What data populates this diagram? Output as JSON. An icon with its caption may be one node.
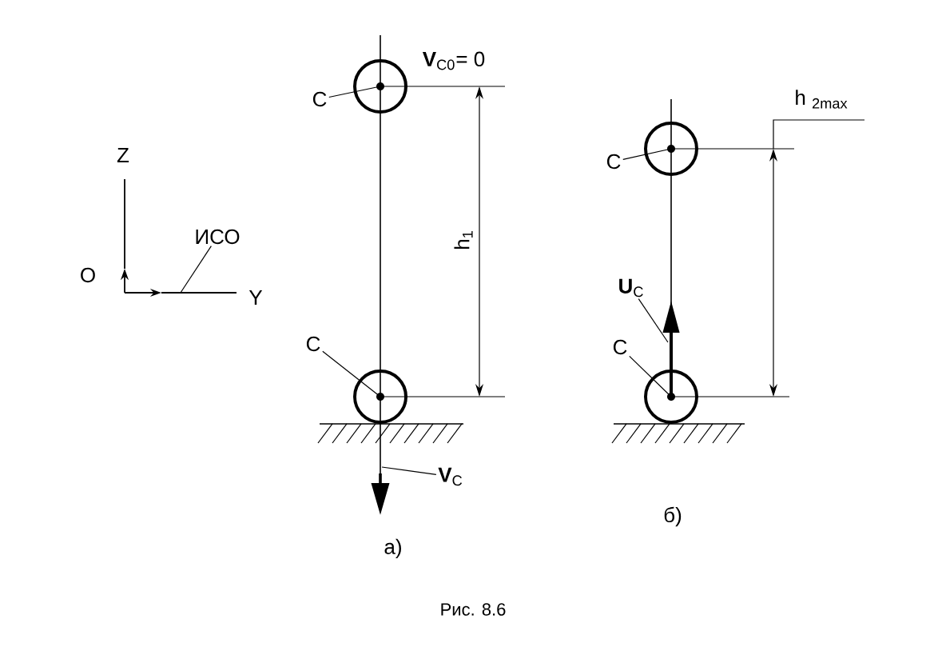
{
  "diagram": {
    "caption": "Рис. 8.6",
    "nodes": [
      {
        "text": [
          "C"
        ]
      },
      {
        "text": [],
        "shape": "circle"
      },
      {
        "text": [
          "C"
        ]
      },
      {
        "text": [],
        "shape": "circle"
      },
      {
        "text": [
          "**V**$_{C}$"
        ]
      },
      {
        "text": [
          "C"
        ]
      },
      {
        "text": [],
        "shape": "circle"
      },
      {
        "text": [
          "**U**$_{C}$"
        ]
      },
      {
        "text": [
          "C"
        ]
      },
      {
        "text": [],
        "shape": "circle"
      },
      {
        "text": [
          "ИСО"
        ]
      }
    ],
    "edges": [
      {
        "from": 0,
        "to": 1,
        "arrow": "none"
      },
      {
        "from": 2,
        "to": 3,
        "arrow": "none"
      },
      {
        "from": 4,
        "to": null,
        "arrow": "none"
      },
      {
        "from": 5,
        "to": 6,
        "arrow": "none"
      },
      {
        "from": 7,
        "to": null,
        "arrow": "none"
      },
      {
        "from": 8,
        "to": 9,
        "arrow": "none"
      },
      {
        "from": 10,
        "to": null,
        "arrow": "none"
      }
    ],
    "labels": [
      "**V**$_{C0}$= 0",
      "Z",
      "O",
      "Y",
      "h$_{1}$",
      "h $_{2max}$",
      "а)",
      "б)"
    ]
  }
}
